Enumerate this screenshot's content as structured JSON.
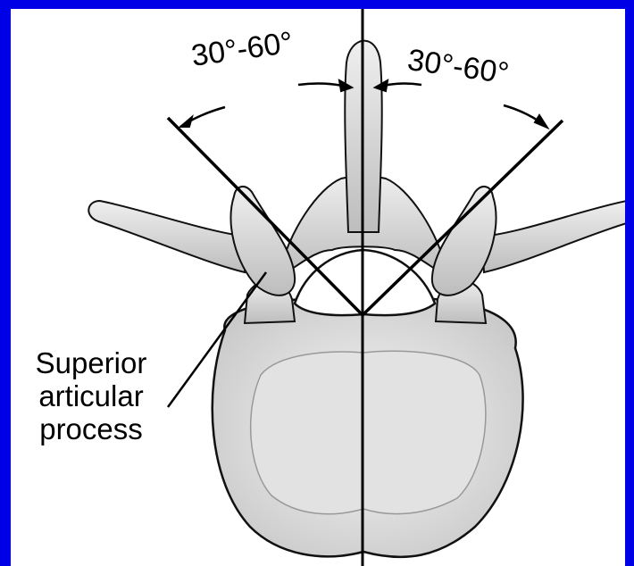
{
  "annotations": {
    "left_angle": "30°-60°",
    "right_angle": "30°-60°"
  },
  "structure_label": {
    "line1": "Superior",
    "line2": "articular",
    "line3": "process"
  },
  "colors": {
    "border": "#0000e6",
    "background": "#ffffff",
    "bone": "#e6e6e6",
    "outline": "#111111"
  }
}
